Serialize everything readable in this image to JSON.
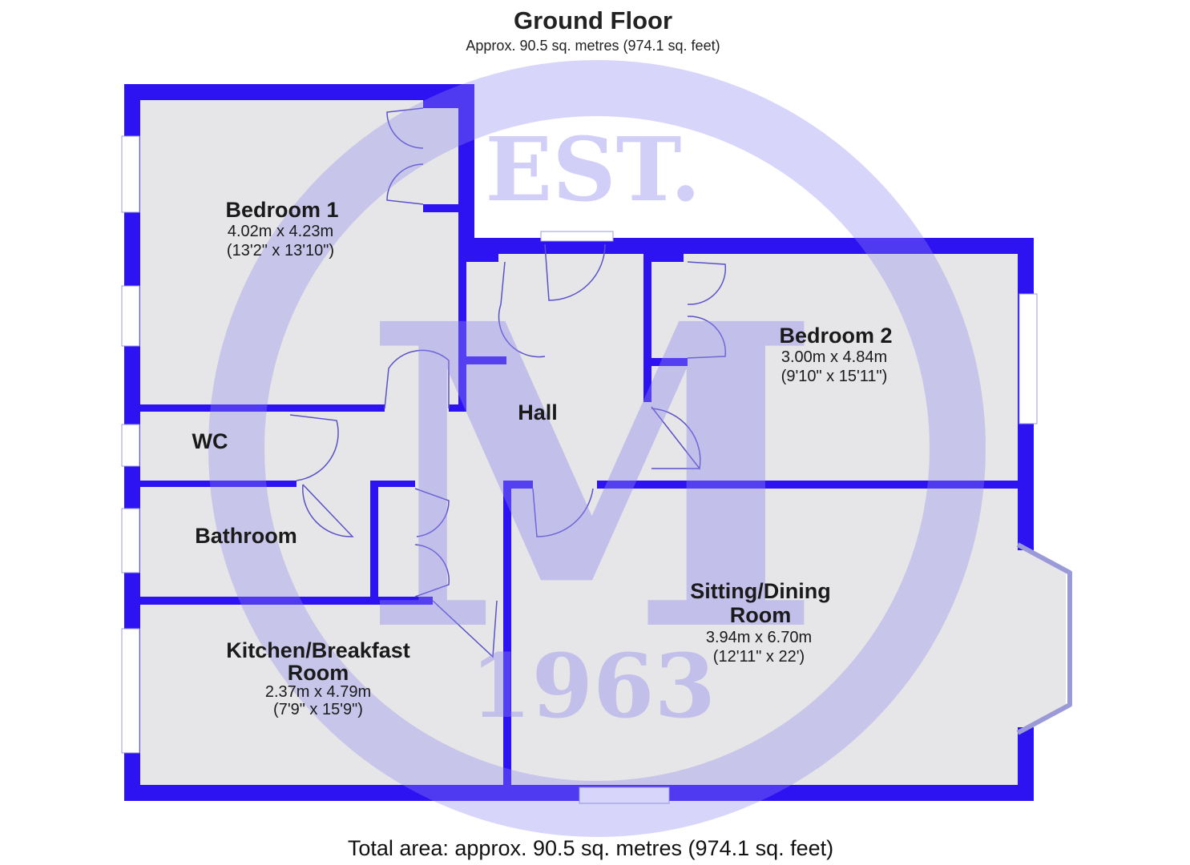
{
  "header": {
    "title": "Ground Floor",
    "subtitle": "Approx. 90.5 sq. metres (974.1 sq. feet)"
  },
  "rooms": {
    "bedroom1": {
      "name": "Bedroom 1",
      "metric": "4.02m x 4.23m",
      "imperial": "(13'2\" x 13'10\")"
    },
    "bedroom2": {
      "name": "Bedroom 2",
      "metric": "3.00m x 4.84m",
      "imperial": "(9'10\" x 15'11\")"
    },
    "hall": {
      "name": "Hall"
    },
    "wc": {
      "name": "WC"
    },
    "bathroom": {
      "name": "Bathroom"
    },
    "kitchen": {
      "name_line1": "Kitchen/Breakfast",
      "name_line2": "Room",
      "metric": "2.37m x 4.79m",
      "imperial": "(7'9\" x 15'9\")"
    },
    "sitting": {
      "name_line1": "Sitting/Dining",
      "name_line2": "Room",
      "metric": "3.94m x 6.70m",
      "imperial": "(12'11\" x 22')"
    }
  },
  "watermark": {
    "top": "EST.",
    "letter": "M",
    "year": "1963"
  },
  "footer": {
    "total": "Total area: approx. 90.5 sq. metres (974.1 sq. feet)"
  },
  "colors": {
    "wall": "#2d12f2",
    "floor": "#e6e6e8",
    "watermark": "#8f86f0"
  }
}
